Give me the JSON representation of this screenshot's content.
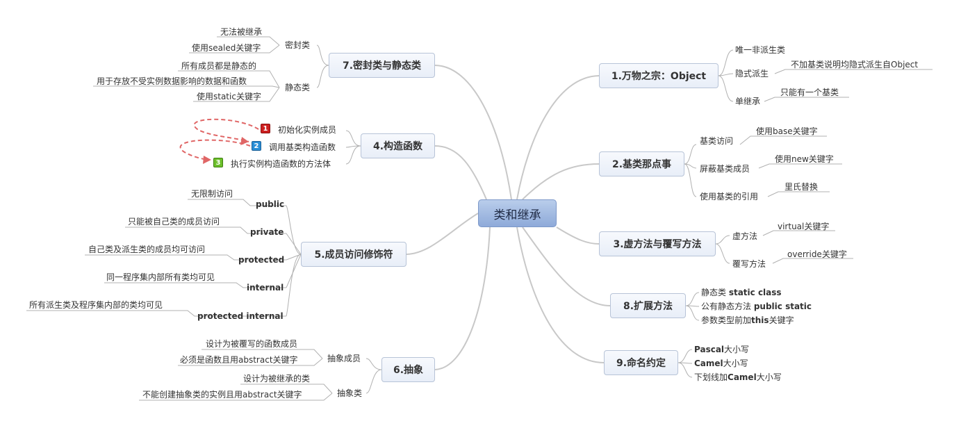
{
  "root": "类和继承",
  "topics": {
    "t1": "1.万物之宗：Object",
    "t2": "2.基类那点事",
    "t3": "3.虚方法与覆写方法",
    "t8": "8.扩展方法",
    "t9": "9.命名约定",
    "t7": "7.密封类与静态类",
    "t4": "4.构造函数",
    "t5": "5.成员访问修饰符",
    "t6": "6.抽象"
  },
  "t1": {
    "a": "唯一非派生类",
    "b": "隐式派生",
    "b1": "不加基类说明均隐式派生自Object",
    "c": "单继承",
    "c1": "只能有一个基类"
  },
  "t2": {
    "a": "基类访问",
    "a1": "使用base关键字",
    "b": "屏蔽基类成员",
    "b1": "使用new关键字",
    "c": "使用基类的引用",
    "c1": "里氏替换"
  },
  "t3": {
    "a": "虚方法",
    "a1": "virtual关键字",
    "b": "覆写方法",
    "b1": "override关键字"
  },
  "t8": {
    "a_pre": "静态类 ",
    "a_b": "static class",
    "b_pre": "公有静态方法 ",
    "b_b": "public static",
    "c_pre": "参数类型前加",
    "c_b": "this",
    "c_post": "关键字"
  },
  "t9": {
    "a_b": "Pascal",
    "a_post": "大小写",
    "b_b": "Camel",
    "b_post": "大小写",
    "c_pre": "下划线加",
    "c_b": "Camel",
    "c_post": "大小写"
  },
  "t7": {
    "a": "密封类",
    "a1": "无法被继承",
    "a2": "使用sealed关键字",
    "b": "静态类",
    "b1": "所有成员都是静态的",
    "b2": "用于存放不受实例数据影响的数据和函数",
    "b3": "使用static关键字"
  },
  "t4": {
    "s1": "初始化实例成员",
    "s2": "调用基类构造函数",
    "s3": "执行实例构造函数的方法体",
    "n1": "1",
    "n2": "2",
    "n3": "3"
  },
  "t5": {
    "a": "public",
    "a1": "无限制访问",
    "b": "private",
    "b1": "只能被自己类的成员访问",
    "c": "protected",
    "c1": "自己类及派生类的成员均可访问",
    "d": "internal",
    "d1": "同一程序集内部所有类均可见",
    "e": "protected internal",
    "e1": "所有派生类及程序集内部的类均可见"
  },
  "t6": {
    "a": "抽象成员",
    "a1": "设计为被覆写的函数成员",
    "a2": "必须是函数且用abstract关键字",
    "b": "抽象类",
    "b1": "设计为被继承的类",
    "b2": "不能创建抽象类的实例且用abstract关键字"
  },
  "colors": {
    "line": "#c8c8c8",
    "thin": "#b0b0b0",
    "arrow": "#e06666",
    "badge1": "#cc1f1f",
    "badge2": "#2a8fd6",
    "badge3": "#6cbf2a"
  }
}
